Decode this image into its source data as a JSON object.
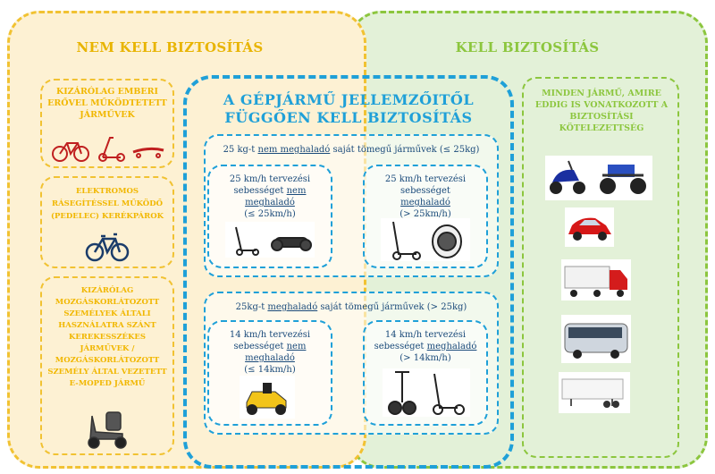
{
  "left": {
    "title": "NEM KELL BIZTOSÍTÁS",
    "box1": "KIZÁRÓLAG EMBERI ERŐVEL MŰKÖDTETETT JÁRMŰVEK",
    "box2": "ELEKTROMOS RÁSEGÍTÉSSEL MŰKÖDŐ (PEDELEC) KERÉKPÁROK",
    "box3": "KIZÁRÓLAG MOZGÁSKORLÁTOZOTT SZEMÉLYEK ÁLTALI HASZNÁLATRA SZÁNT KEREKESSZÉKES JÁRMŰVEK / MOZGÁSKORLÁTOZOTT SZEMÉLY ÁLTAL VEZETETT E-MOPED JÁRMŰ"
  },
  "right": {
    "title": "KELL BIZTOSÍTÁS",
    "box": "MINDEN JÁRMŰ, AMIRE EDDIG IS VONATKOZOTT A BIZTOSÍTÁSI KÖTELEZETTSÉG"
  },
  "middle": {
    "title_line1": "A GÉPJÁRMŰ JELLEMZŐITŐL",
    "title_line2": "FÜGGŐEN KELL BIZTOSÍTÁS",
    "group1": {
      "label_prefix": "25 kg-t ",
      "label_underlined": "nem meghaladó",
      "label_suffix": " saját tömegű járművek (≤ 25kg)",
      "sub_left": {
        "line1": "25 km/h tervezési",
        "line2_prefix": "sebességet ",
        "line2_underlined": "nem",
        "line3_underlined": "meghaladó",
        "line4": "(≤ 25km/h)"
      },
      "sub_right": {
        "line1": "25 km/h tervezési",
        "line2": "sebességet",
        "line3_underlined": "meghaladó",
        "line4": "(> 25km/h)"
      }
    },
    "group2": {
      "label_prefix": "25kg-t ",
      "label_underlined": "meghaladó",
      "label_suffix": " saját tömegű járművek (> 25kg)",
      "sub_left": {
        "line1": "14 km/h tervezési",
        "line2_prefix": "sebességet ",
        "line2_underlined": "nem",
        "line3_underlined": "meghaladó",
        "line4": "(≤ 14km/h)"
      },
      "sub_right": {
        "line1": "14 km/h tervezési",
        "line2_prefix": "sebességet ",
        "line2_underlined": "meghaladó",
        "line3": "(> 14km/h)"
      }
    }
  },
  "colors": {
    "yellow": "#f1c232",
    "green": "#8cc63e",
    "blue": "#1fa0d8"
  }
}
